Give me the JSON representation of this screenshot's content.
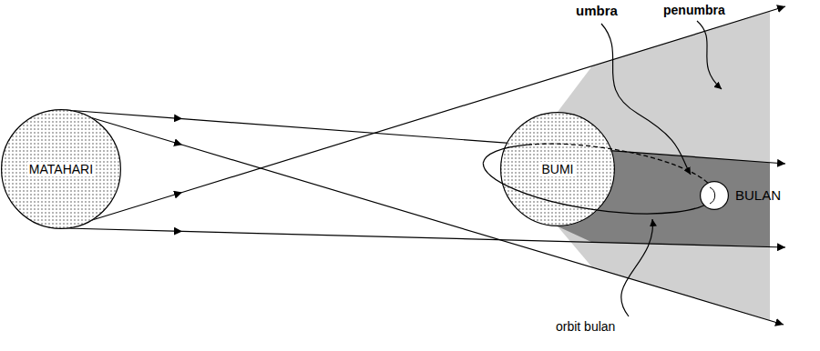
{
  "diagram": {
    "nodes": [
      {
        "text": [
          "MATAHARI"
        ]
      },
      {
        "text": [
          "BUMI"
        ]
      },
      {
        "text": [
          "BULAN"
        ]
      }
    ],
    "labels": [
      "umbra",
      "penumbra",
      "orbit bulan"
    ]
  }
}
